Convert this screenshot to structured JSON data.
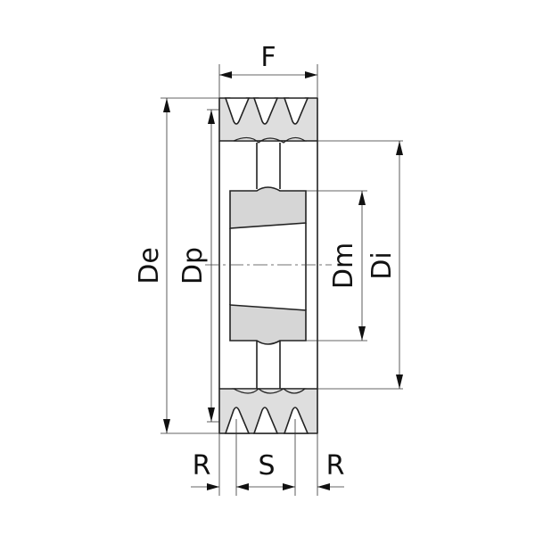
{
  "diagram": {
    "labels": {
      "face_width": "F",
      "outside_diameter": "De",
      "pitch_diameter": "Dp",
      "hub_diameter": "Dm",
      "inside_diameter": "Di",
      "edge_left": "R",
      "groove_spacing": "S",
      "edge_right": "R"
    },
    "groove_count": 3
  }
}
